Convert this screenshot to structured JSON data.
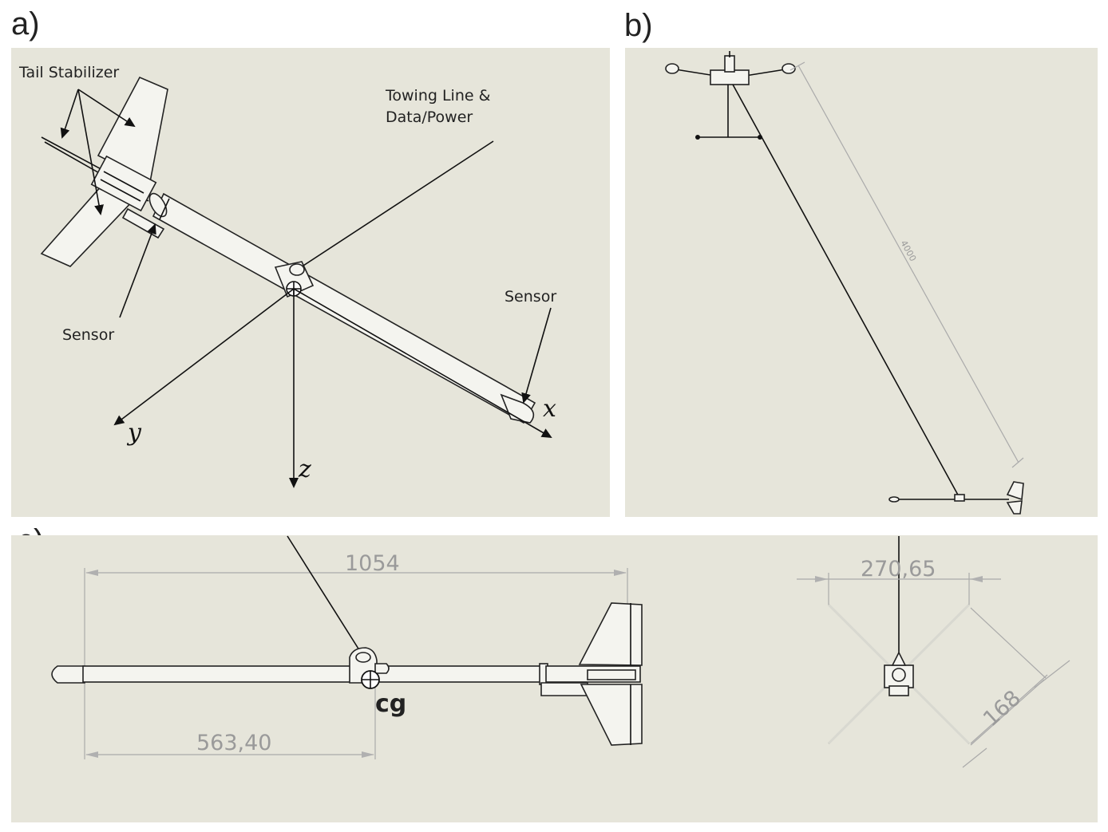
{
  "panels": {
    "a": {
      "letter": "a)",
      "labels": {
        "tail_stabilizer": "Tail Stabilizer",
        "towing_line_1": "Towing Line &",
        "towing_line_2": "Data/Power",
        "sensor_left": "Sensor",
        "sensor_right": "Sensor"
      },
      "axes": {
        "x": "x",
        "y": "y",
        "z": "z"
      }
    },
    "b": {
      "letter": "b)",
      "dimension": "4000"
    },
    "c": {
      "letter": "c)",
      "dimensions": {
        "length": "1054",
        "cg_position": "563,40",
        "span": "270,65",
        "fin": "168"
      },
      "cg_label": "cg"
    }
  },
  "colors": {
    "panel_background": "#e6e5da",
    "ink": "#111111",
    "dimension": "#9a9a9a"
  }
}
